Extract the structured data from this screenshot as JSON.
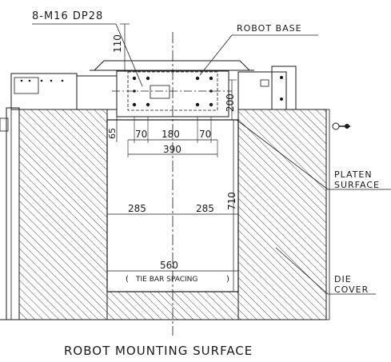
{
  "labels": {
    "bolt_spec": "8-M16 DP28",
    "robot_base": "ROBOT BASE",
    "platen_line1": "PLATEN",
    "platen_line2": "SURFACE",
    "die_line1": "DIE",
    "die_line2": "COVER",
    "mounting_surface": "ROBOT MOUNTING SURFACE"
  },
  "dimensions": {
    "d110": "110",
    "d65": "65",
    "d70_left": "70",
    "d180": "180",
    "d70_right": "70",
    "d390": "390",
    "d200": "200",
    "d710": "710",
    "d285_left": "285",
    "d285_right": "285",
    "d560": "560",
    "tie_bar_open": "(",
    "tie_bar_text": "TIE BAR SPACING",
    "tie_bar_close": ")"
  },
  "colors": {
    "line": "#1a1a1a",
    "background": "#ffffff"
  }
}
